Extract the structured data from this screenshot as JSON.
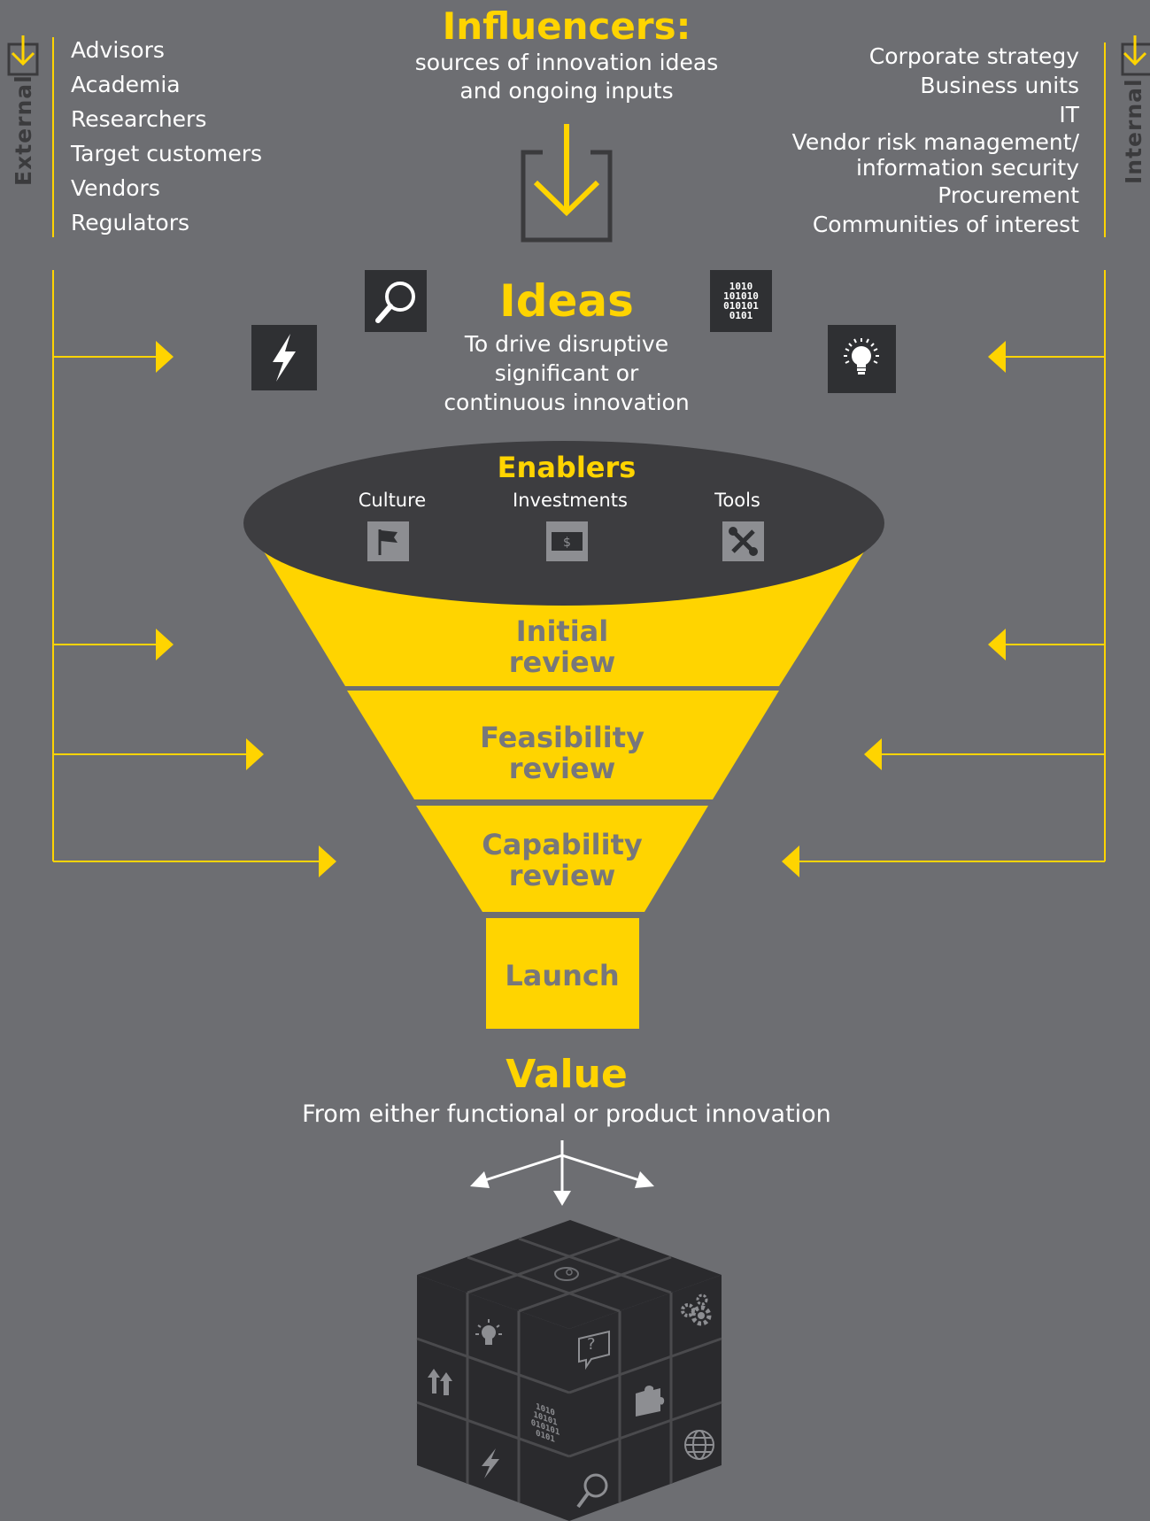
{
  "influencers": {
    "title": "Influencers:",
    "subtitle_line1": "sources of innovation ideas",
    "subtitle_line2": "and ongoing inputs"
  },
  "external": {
    "label": "External",
    "items": [
      "Advisors",
      "Academia",
      "Researchers",
      "Target customers",
      "Vendors",
      "Regulators"
    ]
  },
  "internal": {
    "label": "Internal",
    "items": [
      "Corporate strategy",
      "Business units",
      "IT",
      "Vendor risk management/",
      "information security",
      "Procurement",
      "Communities of interest"
    ]
  },
  "ideas": {
    "title": "Ideas",
    "line1": "To drive disruptive",
    "line2": "significant or",
    "line3": "continuous innovation",
    "binary_icon_text": [
      "1010",
      "101010",
      "010101",
      "0101"
    ]
  },
  "enablers": {
    "title": "Enablers",
    "items": [
      {
        "label": "Culture",
        "icon": "flag-icon"
      },
      {
        "label": "Investments",
        "icon": "dollar-bill-icon"
      },
      {
        "label": "Tools",
        "icon": "tools-icon"
      }
    ]
  },
  "stages": [
    {
      "line1": "Initial",
      "line2": "review"
    },
    {
      "line1": "Feasibility",
      "line2": "review"
    },
    {
      "line1": "Capability",
      "line2": "review"
    }
  ],
  "launch": {
    "label": "Launch"
  },
  "value": {
    "title": "Value",
    "subtitle": "From either functional or product innovation"
  },
  "cube": {
    "binary_text": [
      "1010",
      "10101",
      "010101",
      "0101"
    ],
    "question_mark": "?"
  },
  "colors": {
    "background": "#6d6e72",
    "accent": "#ffd400",
    "dark": "#2f3033",
    "funnel_top": "#3d3d40",
    "stage_text": "#77777b"
  }
}
